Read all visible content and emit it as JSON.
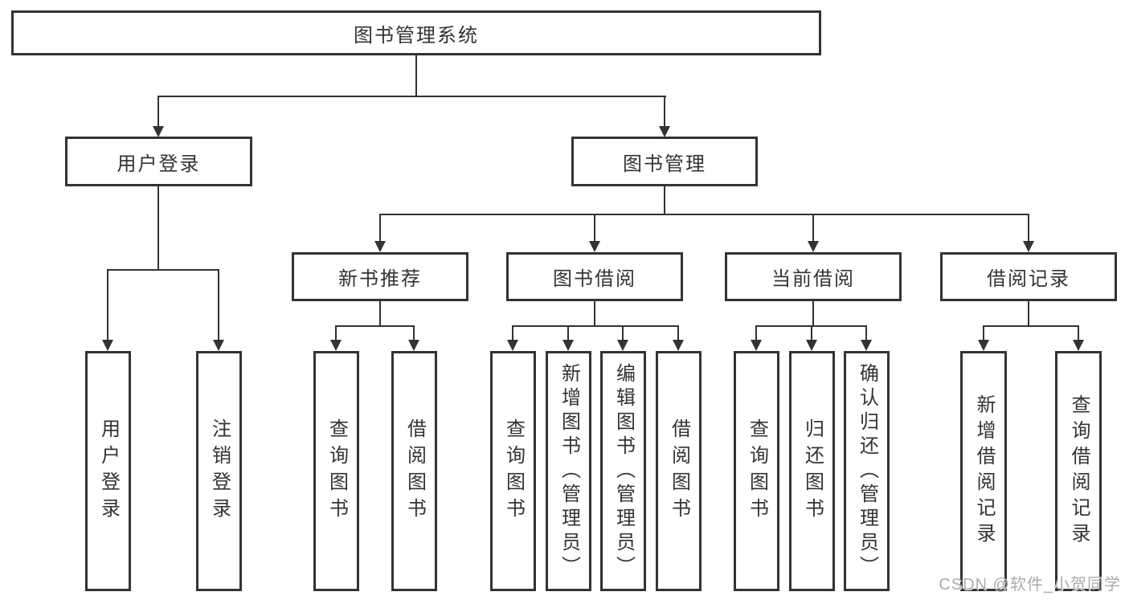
{
  "tree": {
    "root": {
      "label": "图书管理系统",
      "children": [
        {
          "label": "用户登录",
          "children": [
            {
              "label": "用户登录"
            },
            {
              "label": "注销登录"
            }
          ]
        },
        {
          "label": "图书管理",
          "children": [
            {
              "label": "新书推荐",
              "children": [
                {
                  "label": "查询图书"
                },
                {
                  "label": "借阅图书"
                }
              ]
            },
            {
              "label": "图书借阅",
              "children": [
                {
                  "label": "查询图书"
                },
                {
                  "label": "新增图书（管理员）"
                },
                {
                  "label": "编辑图书（管理员）"
                },
                {
                  "label": "借阅图书"
                }
              ]
            },
            {
              "label": "当前借阅",
              "children": [
                {
                  "label": "查询图书"
                },
                {
                  "label": "归还图书"
                },
                {
                  "label": "确认归还（管理员）"
                }
              ]
            },
            {
              "label": "借阅记录",
              "children": [
                {
                  "label": "新增借阅记录"
                },
                {
                  "label": "查询借阅记录"
                }
              ]
            }
          ]
        }
      ]
    }
  },
  "watermark": {
    "text": "CSDN @软件_小贺同学"
  },
  "colors": {
    "line": "#333333",
    "text": "#333333",
    "background": "#ffffff",
    "watermark": "#ababab"
  }
}
